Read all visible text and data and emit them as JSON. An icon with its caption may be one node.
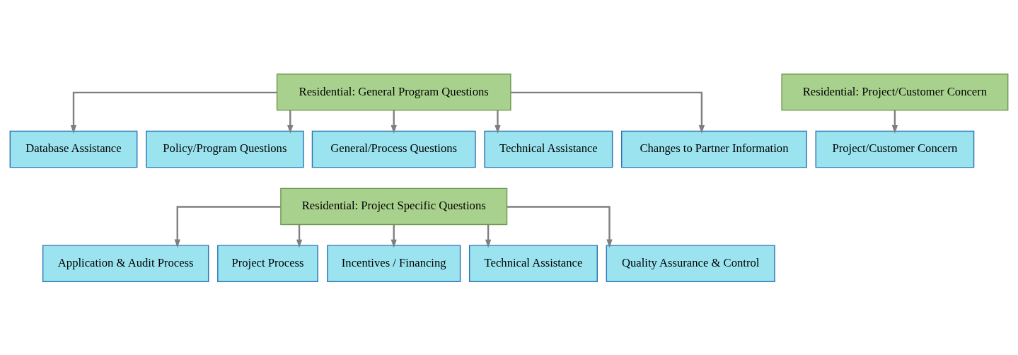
{
  "diagram": {
    "nodes": [
      {
        "text": [
          "Residential: General Program Questions"
        ]
      },
      {
        "text": [
          "Database Assistance"
        ]
      },
      {
        "text": [
          "Policy/Program Questions"
        ]
      },
      {
        "text": [
          "General/Process Questions"
        ]
      },
      {
        "text": [
          "Technical Assistance"
        ]
      },
      {
        "text": [
          "Changes to Partner Information"
        ]
      },
      {
        "text": [
          "Residential: Project/Customer Concern"
        ]
      },
      {
        "text": [
          "Project/Customer Concern"
        ]
      },
      {
        "text": [
          "Residential: Project Specific Questions"
        ]
      },
      {
        "text": [
          "Application & Audit Process"
        ]
      },
      {
        "text": [
          "Project Process"
        ]
      },
      {
        "text": [
          "Incentives / Financing"
        ]
      },
      {
        "text": [
          "Technical Assistance"
        ]
      },
      {
        "text": [
          "Quality Assurance & Control"
        ]
      }
    ],
    "edges": [
      {
        "from": 0,
        "to": 1,
        "arrow": "to"
      },
      {
        "from": 0,
        "to": 2,
        "arrow": "to"
      },
      {
        "from": 0,
        "to": 3,
        "arrow": "to"
      },
      {
        "from": 0,
        "to": 4,
        "arrow": "to"
      },
      {
        "from": 0,
        "to": 5,
        "arrow": "to"
      },
      {
        "from": 6,
        "to": 7,
        "arrow": "to"
      },
      {
        "from": 8,
        "to": 9,
        "arrow": "to"
      },
      {
        "from": 8,
        "to": 10,
        "arrow": "to"
      },
      {
        "from": 8,
        "to": 11,
        "arrow": "to"
      },
      {
        "from": 8,
        "to": 12,
        "arrow": "to"
      },
      {
        "from": 8,
        "to": 13,
        "arrow": "to"
      }
    ]
  }
}
